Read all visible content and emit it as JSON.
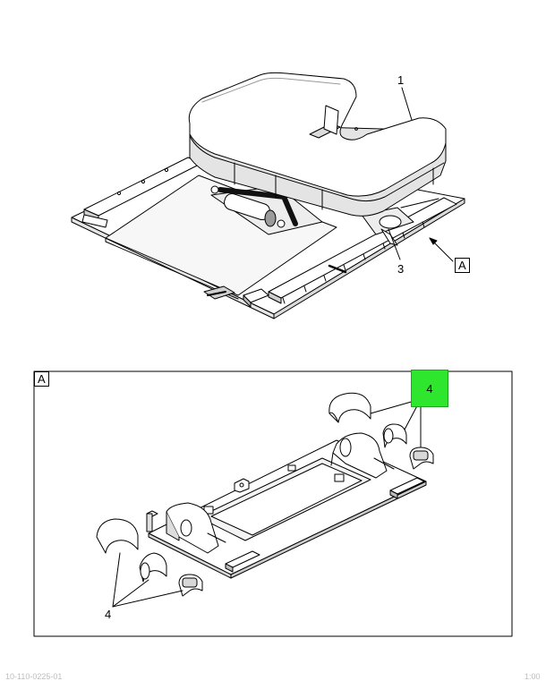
{
  "callouts": {
    "seat_top": "1",
    "bracket": "3",
    "view_ref": "A",
    "detail_frame_label": "A",
    "bushings_highlighted": "4",
    "bushings_lower": "4"
  },
  "highlight_color": "#2ee62e",
  "footer": {
    "left": "10-110-0225-01",
    "right": "1:00"
  }
}
